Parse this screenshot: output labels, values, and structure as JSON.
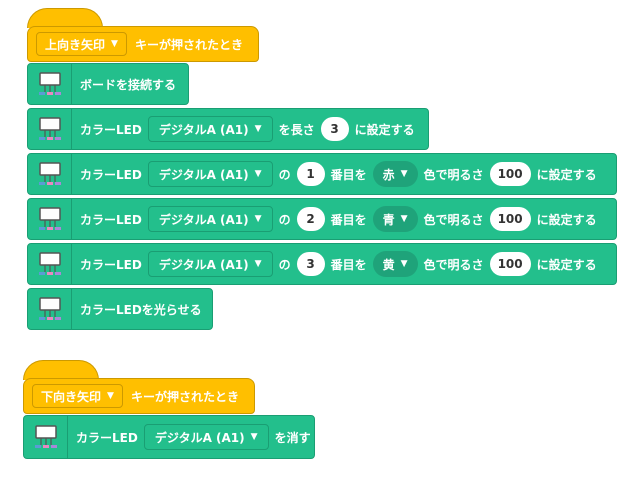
{
  "script1": {
    "hat": {
      "key_option": "上向き矢印",
      "label": "キーが押されたとき"
    },
    "connect": {
      "label": "ボードを接続する"
    },
    "set_length": {
      "prefix": "カラーLED",
      "pin": "デジタルA (A1)",
      "mid": "を長さ",
      "length": "3",
      "suffix": "に設定する"
    },
    "set_colors": [
      {
        "prefix": "カラーLED",
        "pin": "デジタルA (A1)",
        "of": "の",
        "index": "1",
        "nth": "番目を",
        "color": "赤",
        "bright": "色で明るさ",
        "value": "100",
        "suffix": "に設定する"
      },
      {
        "prefix": "カラーLED",
        "pin": "デジタルA (A1)",
        "of": "の",
        "index": "2",
        "nth": "番目を",
        "color": "青",
        "bright": "色で明るさ",
        "value": "100",
        "suffix": "に設定する"
      },
      {
        "prefix": "カラーLED",
        "pin": "デジタルA (A1)",
        "of": "の",
        "index": "3",
        "nth": "番目を",
        "color": "黄",
        "bright": "色で明るさ",
        "value": "100",
        "suffix": "に設定する"
      }
    ],
    "show": {
      "label": "カラーLEDを光らせる"
    }
  },
  "script2": {
    "hat": {
      "key_option": "下向き矢印",
      "label": "キーが押されたとき"
    },
    "clear": {
      "prefix": "カラーLED",
      "pin": "デジタルA (A1)",
      "suffix": "を消す"
    }
  },
  "colors": {
    "hat": "#FFBF00",
    "block": "#23BF8C",
    "block_border": "#1A9E73"
  }
}
